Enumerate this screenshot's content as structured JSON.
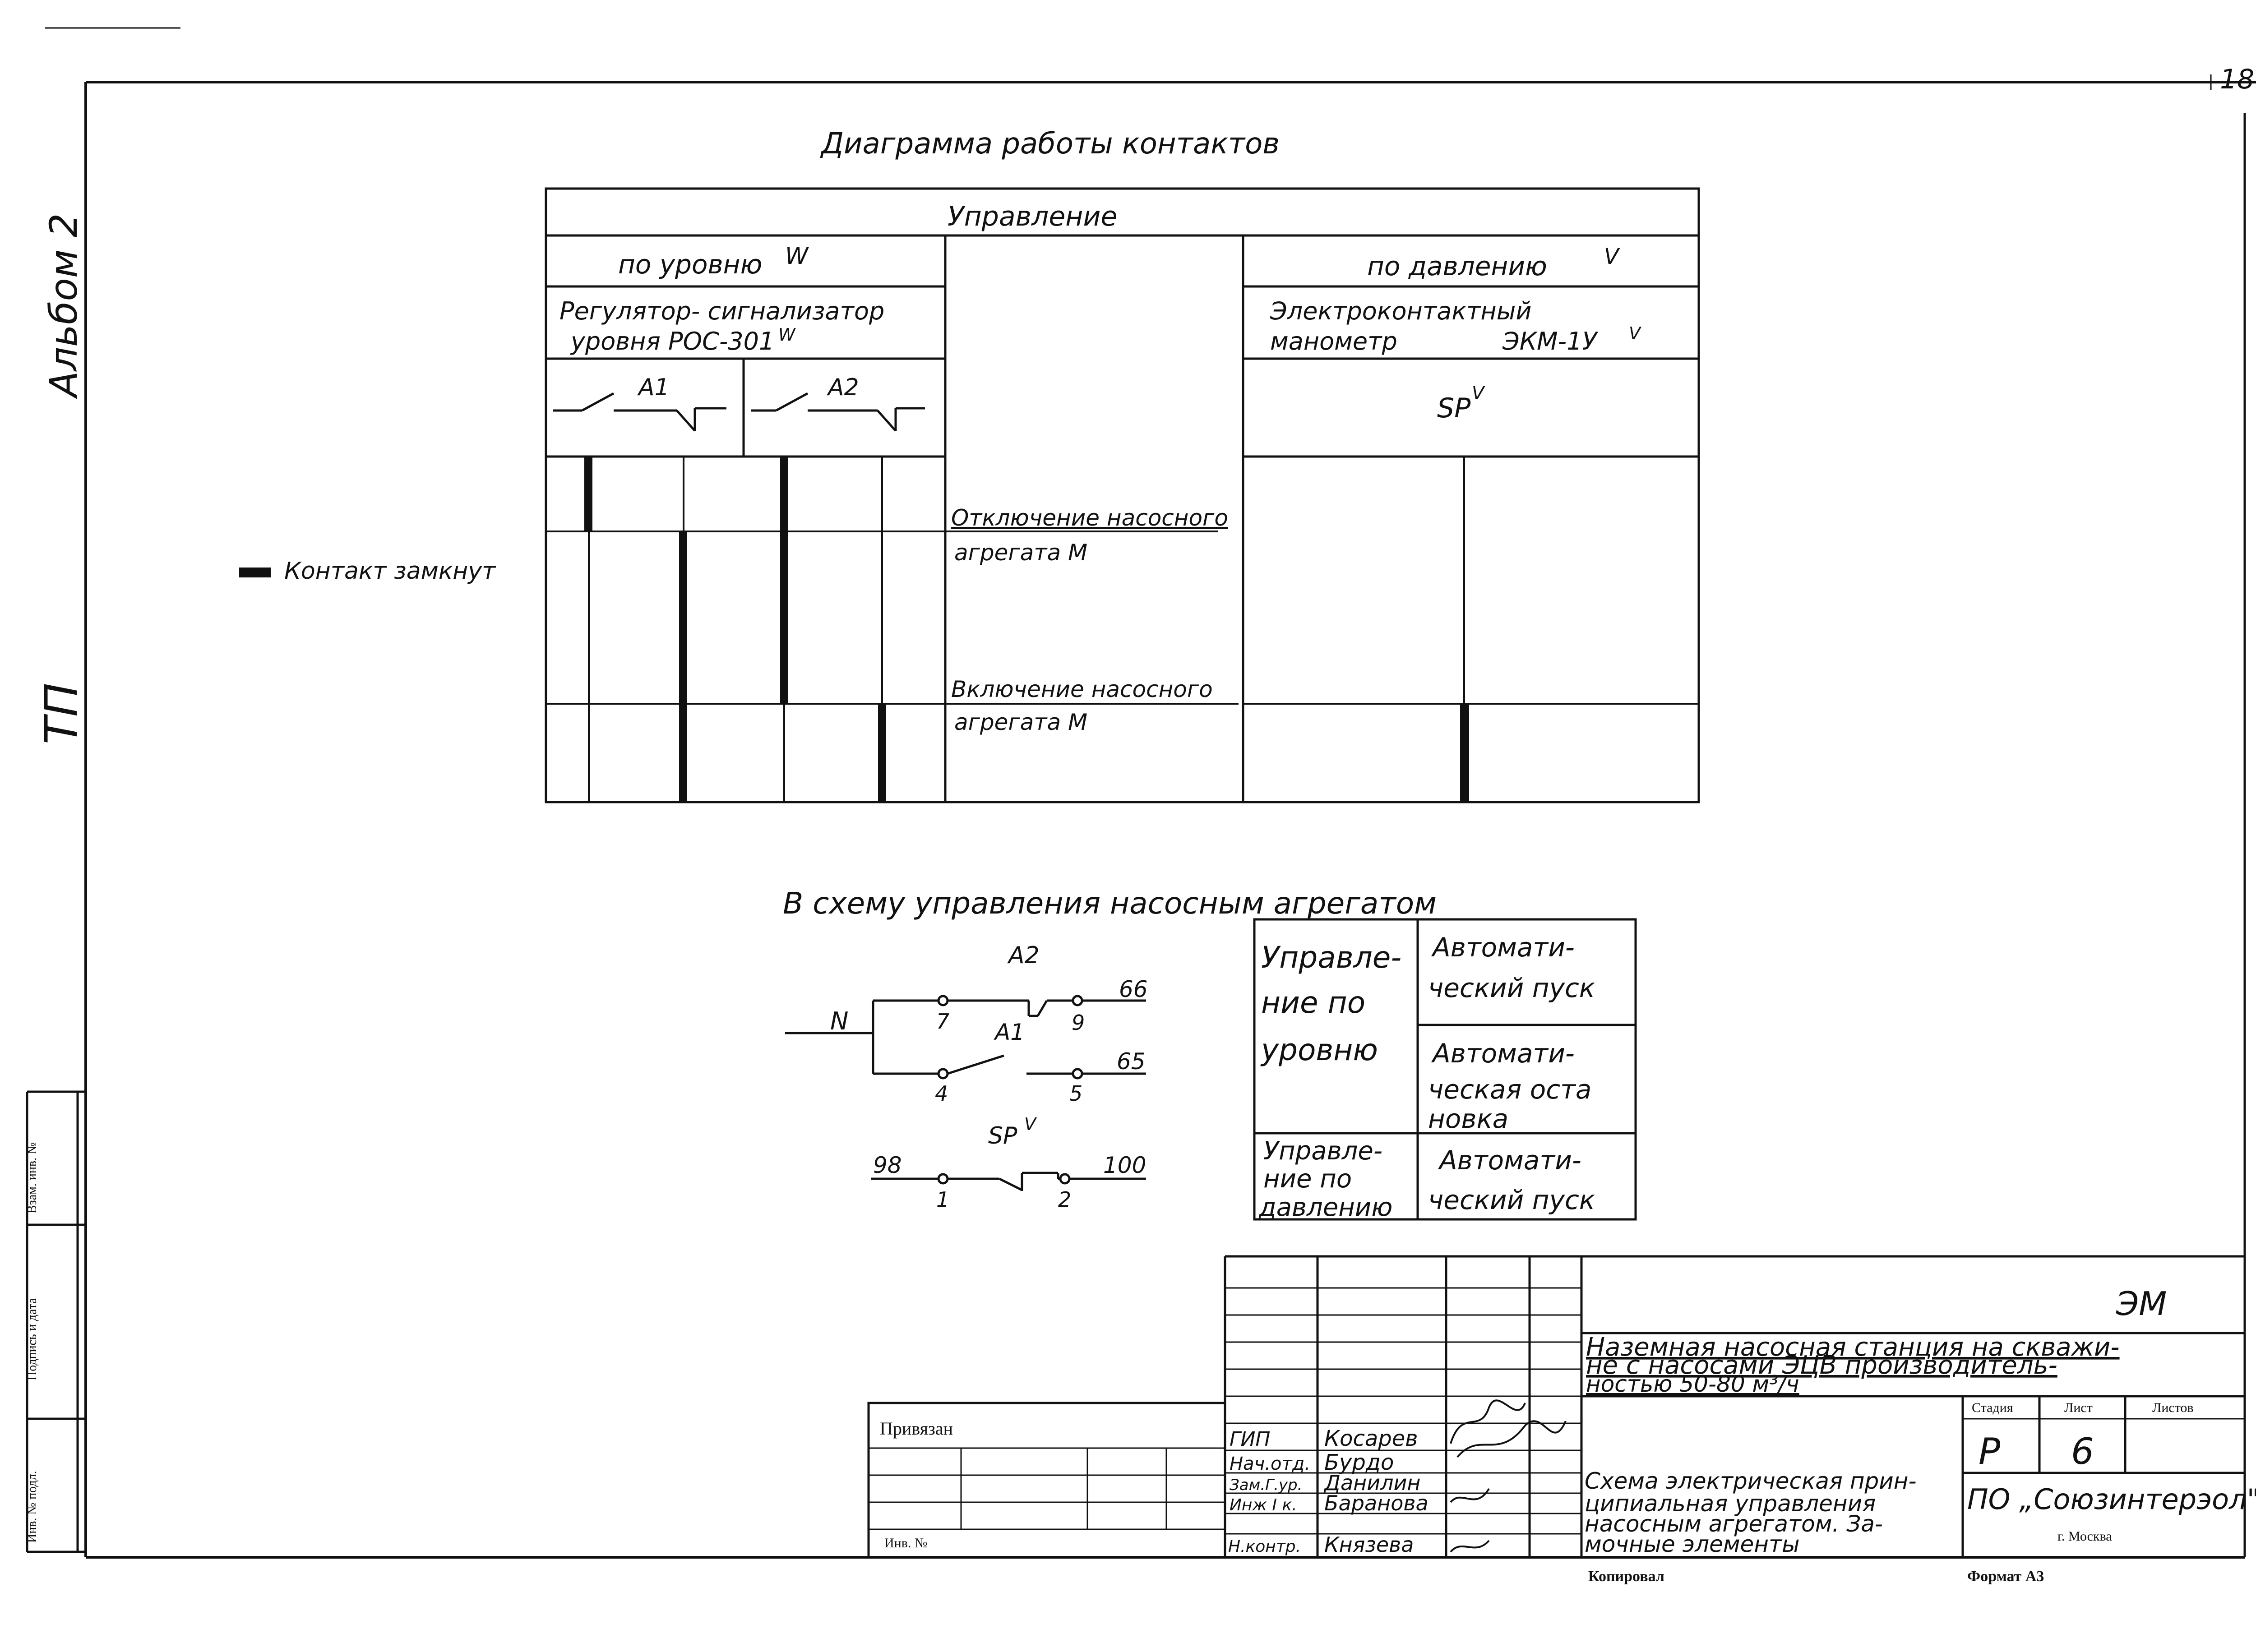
{
  "page": {
    "sheet_number": "18",
    "side_labels": {
      "album": "Альбом 2",
      "tp": "ТП"
    }
  },
  "contact_diagram": {
    "title": "Диаграмма работы контактов",
    "header": "Управление",
    "level": {
      "label": "по уровню",
      "superscript": "W",
      "device": [
        "Регулятор- сигнализатор",
        "уровня РОС-301"
      ],
      "device_superscript": "W",
      "contacts": [
        "A1",
        "A2"
      ]
    },
    "pressure": {
      "label": "по давлению",
      "superscript": "V",
      "device": [
        "Электроконтактный",
        "манометр",
        "ЭКМ-1У"
      ],
      "device_superscript": "V",
      "contact": "SP",
      "contact_superscript": "V"
    },
    "events": [
      {
        "lines": [
          "Отключение насосного",
          "агрегата М"
        ]
      },
      {
        "lines": [
          "Включение насосного",
          "агрегата М"
        ]
      }
    ],
    "legend": "Контакт замкнут"
  },
  "control_scheme": {
    "title": "В схему управления насосным агрегатом",
    "circuit": {
      "phase": "N",
      "contact_a2": "A2",
      "contact_a1": "A1",
      "contact_sp": "SP",
      "contact_sp_superscript": "V",
      "terminals": [
        "7",
        "9",
        "66",
        "4",
        "5",
        "65",
        "98",
        "1",
        "2",
        "100"
      ]
    },
    "mode_table": [
      {
        "control": [
          "Управле-",
          "ние по",
          "уровню"
        ],
        "action": [
          "Автомати-",
          "ческий пуск"
        ]
      },
      {
        "control": [],
        "action": [
          "Автомати-",
          "ческая оста",
          "новка"
        ]
      },
      {
        "control": [
          "Управле-",
          "ние по",
          "давлению"
        ],
        "action": [
          "Автомати-",
          "ческий пуск"
        ]
      }
    ]
  },
  "title_block": {
    "code": "ЭМ",
    "project": [
      "Наземная насосная станция на скважи-",
      "не с насосами ЭЦВ производитель-",
      "ностью 50-80 м³/ч"
    ],
    "drawing": [
      "Схема электрическая прин-",
      "ципиальная управления",
      "насосным агрегатом. За-",
      "мочные элементы"
    ],
    "stage_header": "Стадия",
    "sheet_header": "Лист",
    "sheets_header": "Листов",
    "stage": "Р",
    "sheet": "6",
    "organization": "ПО „Союзинтерэол\"",
    "city": "г. Москва",
    "signatures": [
      {
        "role": "ГИП",
        "name": "Косарев"
      },
      {
        "role": "Нач.отд.",
        "name": "Бурдо"
      },
      {
        "role": "Зам.Г.ур.",
        "name": "Данилин"
      },
      {
        "role": "Инж I к.",
        "name": "Баранова"
      },
      {
        "role": "Н.контр.",
        "name": "Князева"
      }
    ],
    "bound_label": "Привязан",
    "inv_label": "Инв. №",
    "copied": "Копировал",
    "format": "Формат А3"
  },
  "stamp_column": [
    "Инв. № подл.",
    "Подпись и дата",
    "Взам. инв. №"
  ]
}
